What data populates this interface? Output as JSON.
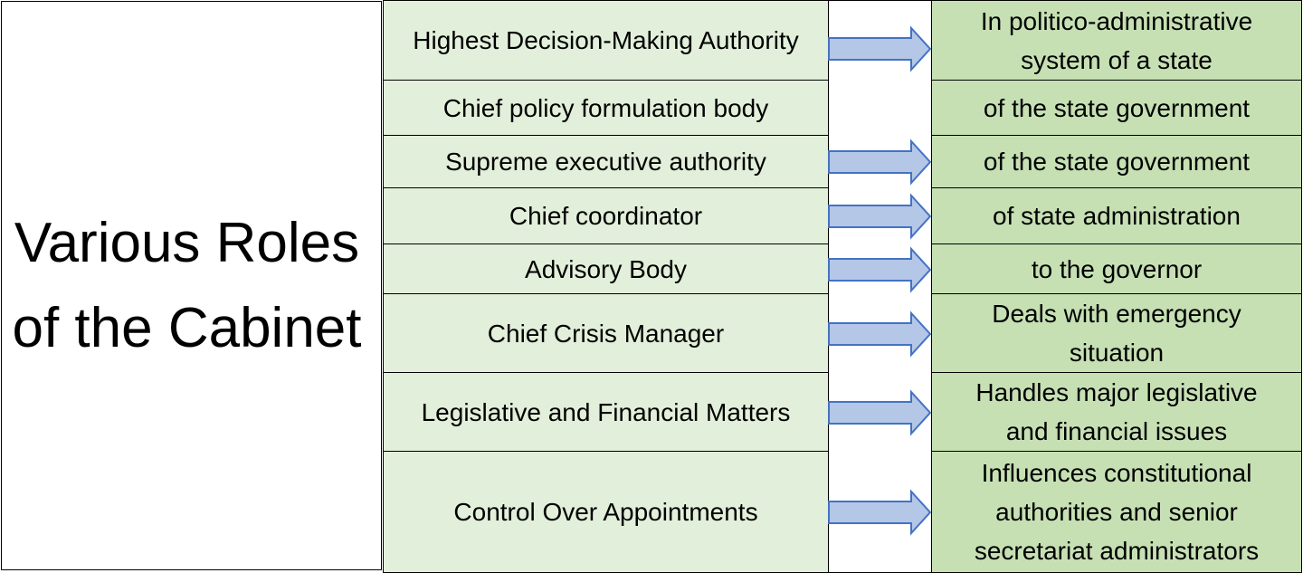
{
  "title": "Various Roles of the Cabinet",
  "colors": {
    "role_fill": "#e2efda",
    "desc_fill": "#c6e0b4",
    "arrow_fill": "#b4c7e7",
    "arrow_stroke": "#4472c4"
  },
  "rows": [
    {
      "role": "Highest Decision-Making Authority",
      "description": "In politico-administrative system of a state",
      "arrow": true
    },
    {
      "role": "Chief policy formulation body",
      "description": "of the state government",
      "arrow": false
    },
    {
      "role": "Supreme executive authority",
      "description": "of the state government",
      "arrow": true
    },
    {
      "role": "Chief coordinator",
      "description": "of state administration",
      "arrow": true
    },
    {
      "role": "Advisory Body",
      "description": "to the governor",
      "arrow": true
    },
    {
      "role": "Chief Crisis Manager",
      "description": "Deals with emergency situation",
      "arrow": true
    },
    {
      "role": "Legislative and Financial Matters",
      "description": "Handles major legislative and financial issues",
      "arrow": true
    },
    {
      "role": "Control Over Appointments",
      "description": "Influences constitutional authorities and senior secretariat administrators",
      "arrow": true
    }
  ]
}
